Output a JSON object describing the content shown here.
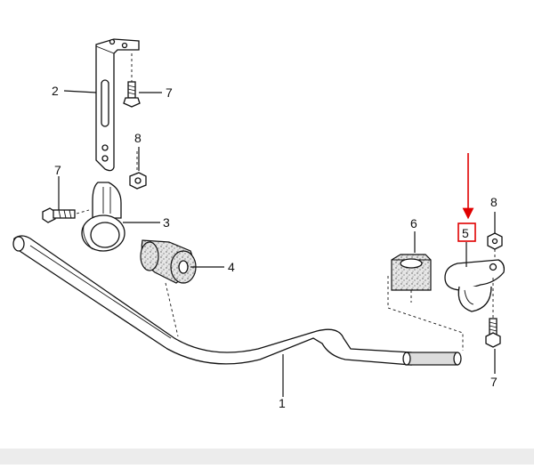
{
  "diagram": {
    "callouts": {
      "p1": "1",
      "p2": "2",
      "p3": "3",
      "p4": "4",
      "p5": "5",
      "p6": "6",
      "p7_top": "7",
      "p7_left": "7",
      "p7_right": "7",
      "p8_top": "8",
      "p8_right": "8"
    },
    "highlight_color": "#e00000"
  }
}
